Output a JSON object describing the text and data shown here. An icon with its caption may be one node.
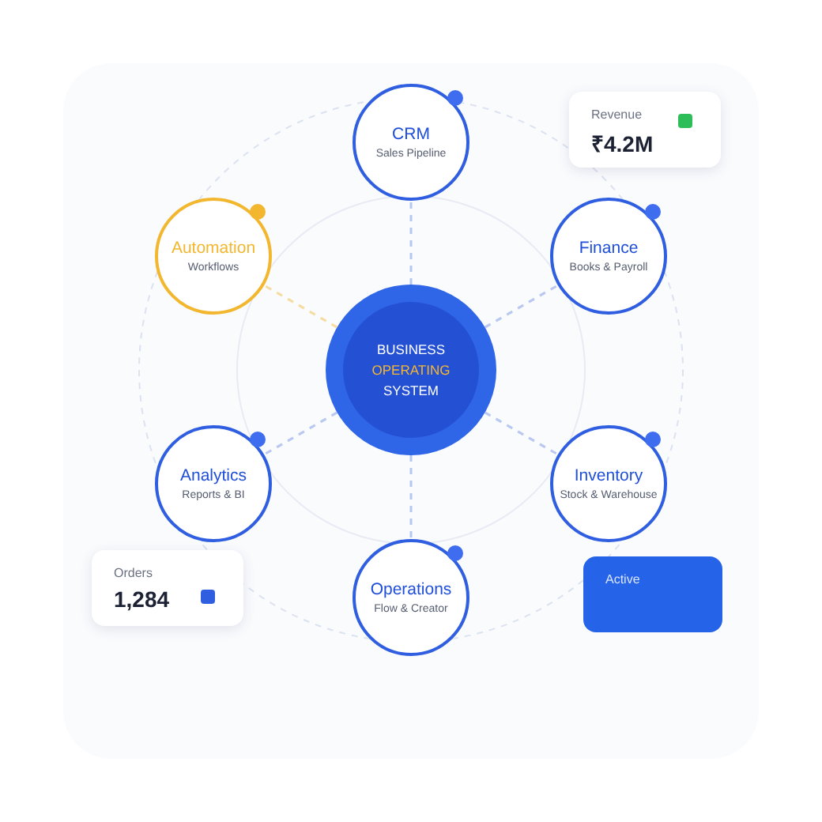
{
  "diagram": {
    "nodes": [
      {
        "text": [
          "BUSINESS",
          "OPERATING",
          "SYSTEM"
        ]
      },
      {
        "text": [
          "CRM",
          "Sales Pipeline"
        ]
      },
      {
        "text": [
          "Finance",
          "Books & Payroll"
        ]
      },
      {
        "text": [
          "Inventory",
          "Stock & Warehouse"
        ]
      },
      {
        "text": [
          "Operations",
          "Flow & Creator"
        ]
      },
      {
        "text": [
          "Analytics",
          "Reports & BI"
        ]
      },
      {
        "text": [
          "Automation",
          "Workflows"
        ]
      },
      {
        "text": [
          "Revenue",
          "₹4.2M"
        ]
      },
      {
        "text": [
          "Orders",
          "1,284"
        ]
      },
      {
        "text": [
          "Active"
        ]
      }
    ],
    "edges": [
      {
        "from": 0,
        "to": 1,
        "arrow": "none",
        "style": "dashed"
      },
      {
        "from": 0,
        "to": 2,
        "arrow": "none",
        "style": "dashed"
      },
      {
        "from": 0,
        "to": 3,
        "arrow": "none",
        "style": "dashed"
      },
      {
        "from": 0,
        "to": 4,
        "arrow": "none",
        "style": "dashed"
      },
      {
        "from": 0,
        "to": 5,
        "arrow": "none",
        "style": "dashed"
      },
      {
        "from": 0,
        "to": 6,
        "arrow": "none",
        "style": "dashed",
        "color": "#f5dca0"
      }
    ]
  }
}
